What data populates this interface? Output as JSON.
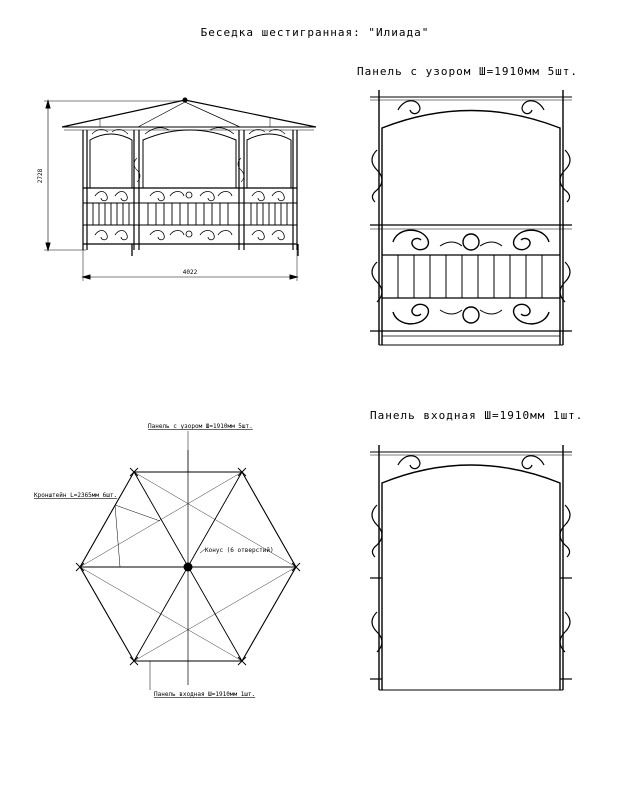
{
  "title": "Беседка шестигранная: \"Илиада\"",
  "front_view": {
    "height_dim": "2728",
    "width_dim": "4022"
  },
  "panel_pattern": {
    "caption": "Панель с узором Ш=1910мм 5шт."
  },
  "panel_entry": {
    "caption": "Панель входная Ш=1910мм 1шт."
  },
  "plan_view": {
    "label_panel_pattern": "Панель с узором Ш=1910мм 5шт.",
    "label_bracket": "Кронштейн L=2365мм 6шт.",
    "label_cone": "Конус (6 отверстий)",
    "label_panel_entry": "Панель входная Ш=1910мм 1шт."
  },
  "colors": {
    "ink": "#000000",
    "paper": "#ffffff"
  }
}
